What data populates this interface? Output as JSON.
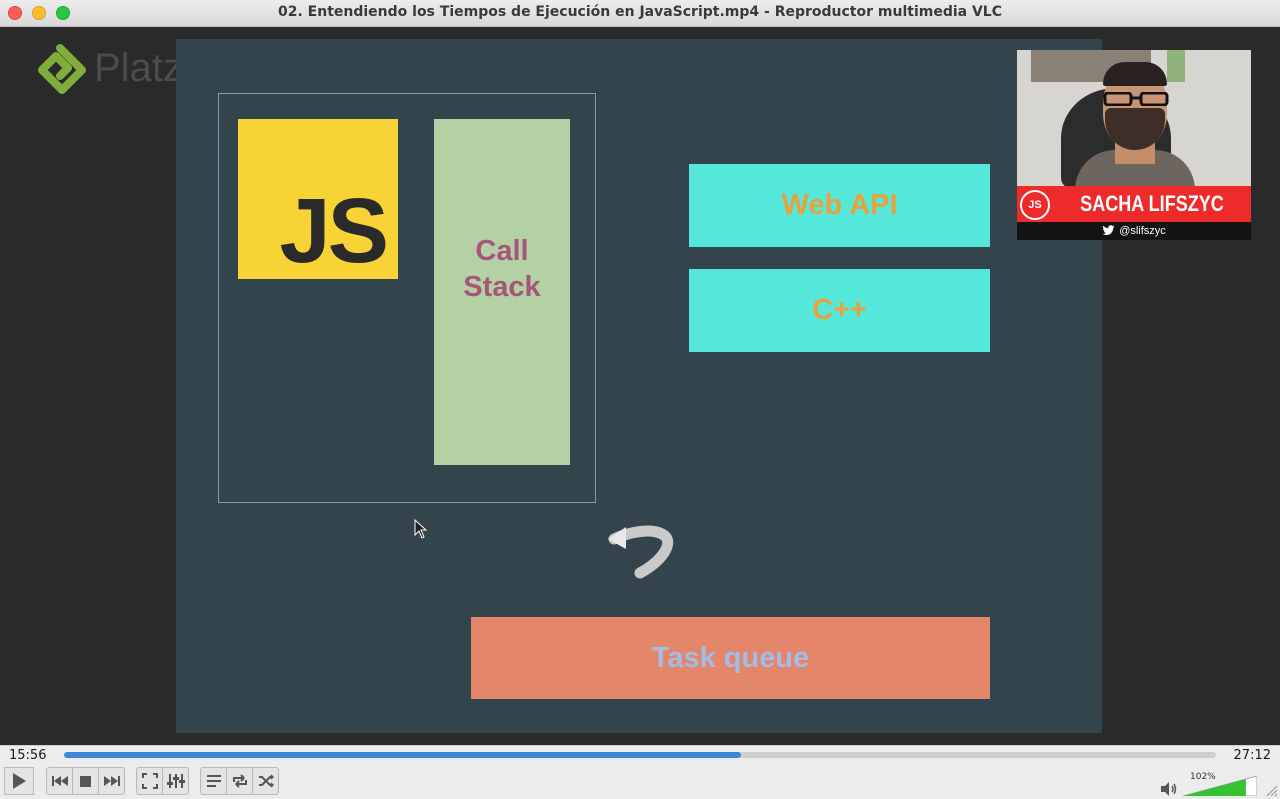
{
  "window": {
    "title": "02. Entendiendo los Tiempos de Ejecución en JavaScript.mp4 - Reproductor multimedia VLC"
  },
  "video": {
    "watermark": "Platzi",
    "slide": {
      "js_logo": "JS",
      "call_stack": "Call\nStack",
      "web_api": "Web API",
      "cpp": "C++",
      "task_queue": "Task queue"
    },
    "webcam": {
      "badge": "JS",
      "presenter": "SACHA LIFSZYC",
      "handle": "@slifszyc"
    }
  },
  "player": {
    "current_time": "15:56",
    "total_time": "27:12",
    "progress_fraction": 0.588,
    "volume_label": "102%",
    "volume_fraction": 0.85,
    "colors": {
      "accent": "#3d87d8",
      "volume": "#37c232"
    },
    "buttons": [
      {
        "name": "play-button",
        "icon": "play-icon"
      },
      {
        "name": "previous-button",
        "icon": "skip-back-icon"
      },
      {
        "name": "stop-button",
        "icon": "stop-icon"
      },
      {
        "name": "next-button",
        "icon": "skip-forward-icon"
      },
      {
        "name": "fullscreen-button",
        "icon": "fullscreen-icon"
      },
      {
        "name": "extended-settings-button",
        "icon": "equalizer-icon"
      },
      {
        "name": "playlist-button",
        "icon": "playlist-icon"
      },
      {
        "name": "loop-button",
        "icon": "loop-icon"
      },
      {
        "name": "shuffle-button",
        "icon": "shuffle-icon"
      }
    ]
  }
}
